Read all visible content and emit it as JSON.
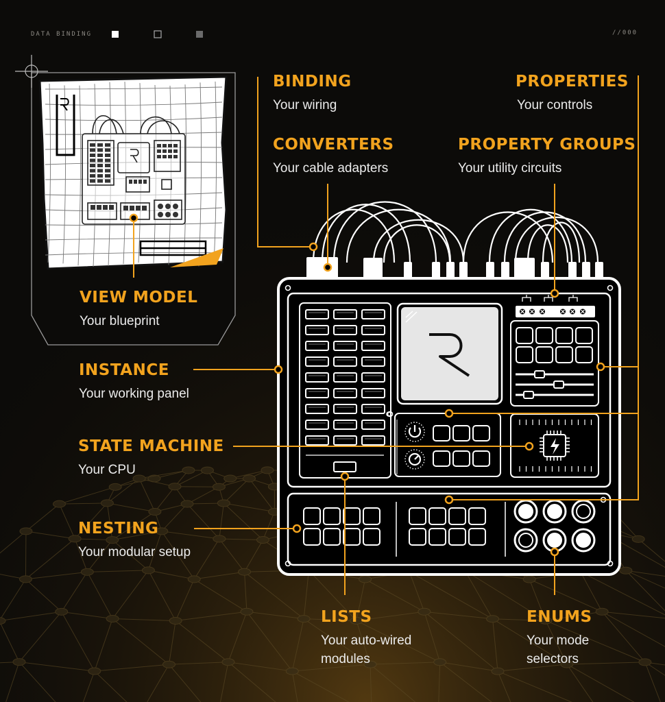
{
  "header": {
    "title": "DATA BINDING",
    "counter": "//000"
  },
  "labels": {
    "binding": {
      "title": "BINDING",
      "subtitle": "Your wiring"
    },
    "properties": {
      "title": "PROPERTIES",
      "subtitle": "Your controls"
    },
    "converters": {
      "title": "CONVERTERS",
      "subtitle": "Your cable adapters"
    },
    "property_groups": {
      "title": "PROPERTY GROUPS",
      "subtitle": "Your utility circuits"
    },
    "view_model": {
      "title": "VIEW MODEL",
      "subtitle": "Your blueprint"
    },
    "instance": {
      "title": "INSTANCE",
      "subtitle": "Your working panel"
    },
    "state_machine": {
      "title": "STATE MACHINE",
      "subtitle": "Your CPU"
    },
    "nesting": {
      "title": "NESTING",
      "subtitle": "Your modular setup"
    },
    "lists": {
      "title": "LISTS",
      "subtitle": "Your auto-wired modules"
    },
    "enums": {
      "title": "ENUMS",
      "subtitle": "Your mode selectors"
    }
  },
  "colors": {
    "accent": "#f2a31e",
    "background": "#0c0b09",
    "line": "#ffffff",
    "text": "#ececec"
  },
  "icons": {
    "logo": "r-logo-icon",
    "cpu": "cpu-chip-icon",
    "power": "power-icon",
    "dial": "dial-icon"
  }
}
